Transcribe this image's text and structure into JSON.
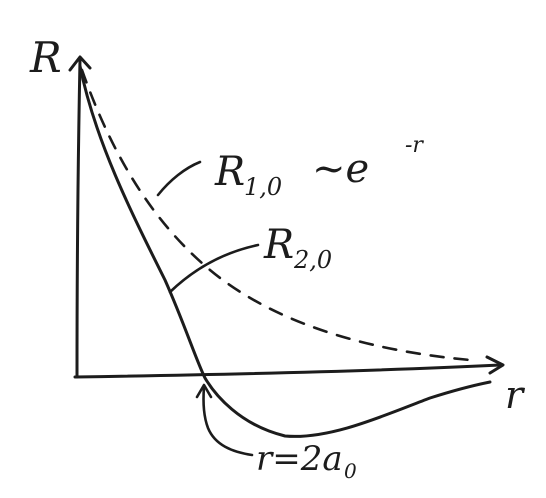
{
  "diagram": {
    "y_axis_label": "R",
    "x_axis_label": "r",
    "curve_1_label": "R",
    "curve_1_subscript": "1,0",
    "curve_1_relation": "~e",
    "curve_1_exponent": "-r",
    "curve_2_label": "R",
    "curve_2_subscript": "2,0",
    "node_label": "r=2a",
    "node_label_subscript": "0"
  }
}
